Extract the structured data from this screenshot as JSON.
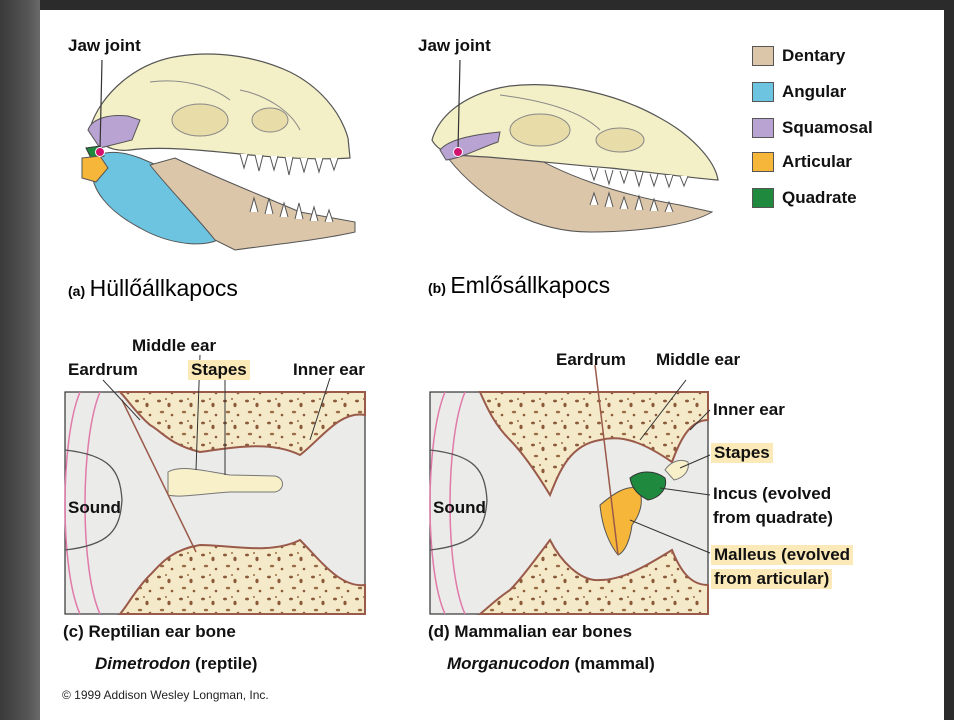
{
  "colors": {
    "dentary": "#dcc6aa",
    "angular": "#6cc4e0",
    "squamosal": "#b9a3d3",
    "articular": "#f6b63a",
    "quadrate": "#1f8a3e",
    "skull": "#f3efc6",
    "highlight": "#fbe9b7",
    "joint": "#d2126e",
    "sound_wave": "#e07aa8"
  },
  "skull_a": {
    "jaw_joint_label": "Jaw joint",
    "caption_letter": "(a)",
    "caption_text": "Hüllőállkapocs"
  },
  "skull_b": {
    "jaw_joint_label": "Jaw joint",
    "caption_letter": "(b)",
    "caption_text": "Emlősállkapocs"
  },
  "legend": [
    {
      "label": "Dentary",
      "color": "#dcc6aa"
    },
    {
      "label": "Angular",
      "color": "#6cc4e0"
    },
    {
      "label": "Squamosal",
      "color": "#b9a3d3"
    },
    {
      "label": "Articular",
      "color": "#f6b63a"
    },
    {
      "label": "Quadrate",
      "color": "#1f8a3e"
    }
  ],
  "ear_c": {
    "middle_ear": "Middle ear",
    "eardrum": "Eardrum",
    "stapes": "Stapes",
    "inner_ear": "Inner ear",
    "sound": "Sound",
    "caption": "(c) Reptilian ear bone",
    "species": "Dimetrodon",
    "species_suffix": " (reptile)"
  },
  "ear_d": {
    "eardrum": "Eardrum",
    "middle_ear": "Middle ear",
    "inner_ear": "Inner ear",
    "stapes": "Stapes",
    "incus_1": "Incus (evolved",
    "incus_2": "from quadrate)",
    "malleus_1": "Malleus (evolved",
    "malleus_2": "from articular)",
    "sound": "Sound",
    "caption": "(d) Mammalian ear bones",
    "species": "Morganucodon",
    "species_suffix": " (mammal)"
  },
  "copyright": "© 1999 Addison Wesley Longman, Inc."
}
